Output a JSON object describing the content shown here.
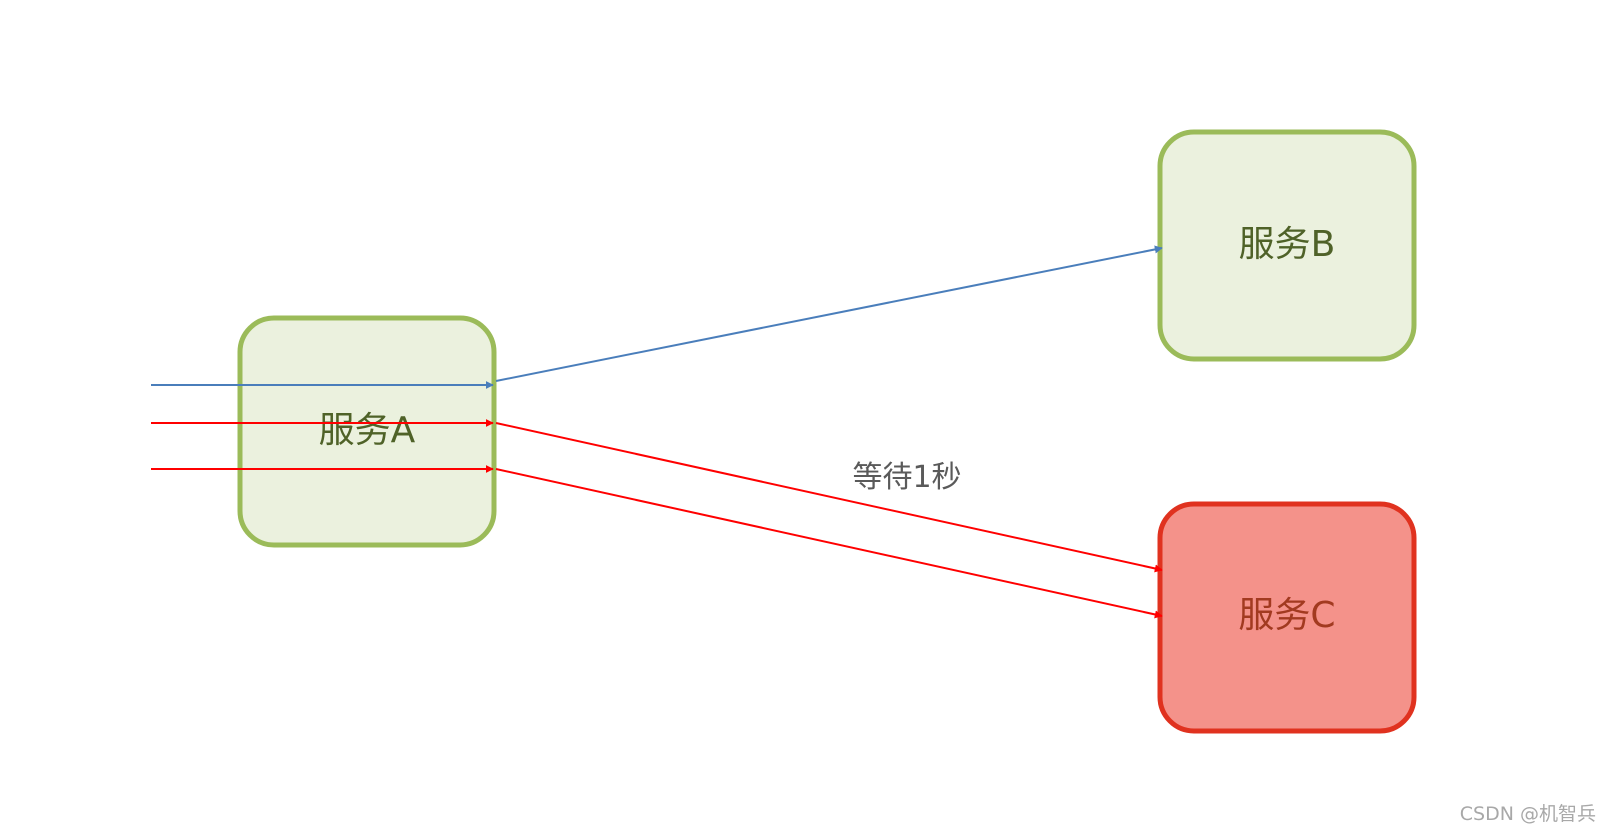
{
  "nodes": {
    "service_a": {
      "label": "服务A",
      "fill": "#ebf1de",
      "stroke": "#9bbb59",
      "text_color": "#4f6228"
    },
    "service_b": {
      "label": "服务B",
      "fill": "#ebf1de",
      "stroke": "#9bbb59",
      "text_color": "#4f6228"
    },
    "service_c": {
      "label": "服务C",
      "fill": "#f4928a",
      "stroke": "#e0321f",
      "text_color": "#a23a20"
    }
  },
  "edges": {
    "incoming_blue": {
      "from": "",
      "to": "service_a",
      "color": "#4a7ebb"
    },
    "incoming_red_1": {
      "from": "",
      "to": "service_a",
      "color": "#ff0000"
    },
    "incoming_red_2": {
      "from": "",
      "to": "service_a",
      "color": "#ff0000"
    },
    "a_to_b": {
      "from": "service_a",
      "to": "service_b",
      "color": "#4a7ebb"
    },
    "a_to_c_1": {
      "from": "service_a",
      "to": "service_c",
      "color": "#ff0000"
    },
    "a_to_c_2": {
      "from": "service_a",
      "to": "service_c",
      "color": "#ff0000"
    }
  },
  "annotation": {
    "wait_label": "等待1秒"
  },
  "watermark": {
    "text": "CSDN @机智兵"
  }
}
